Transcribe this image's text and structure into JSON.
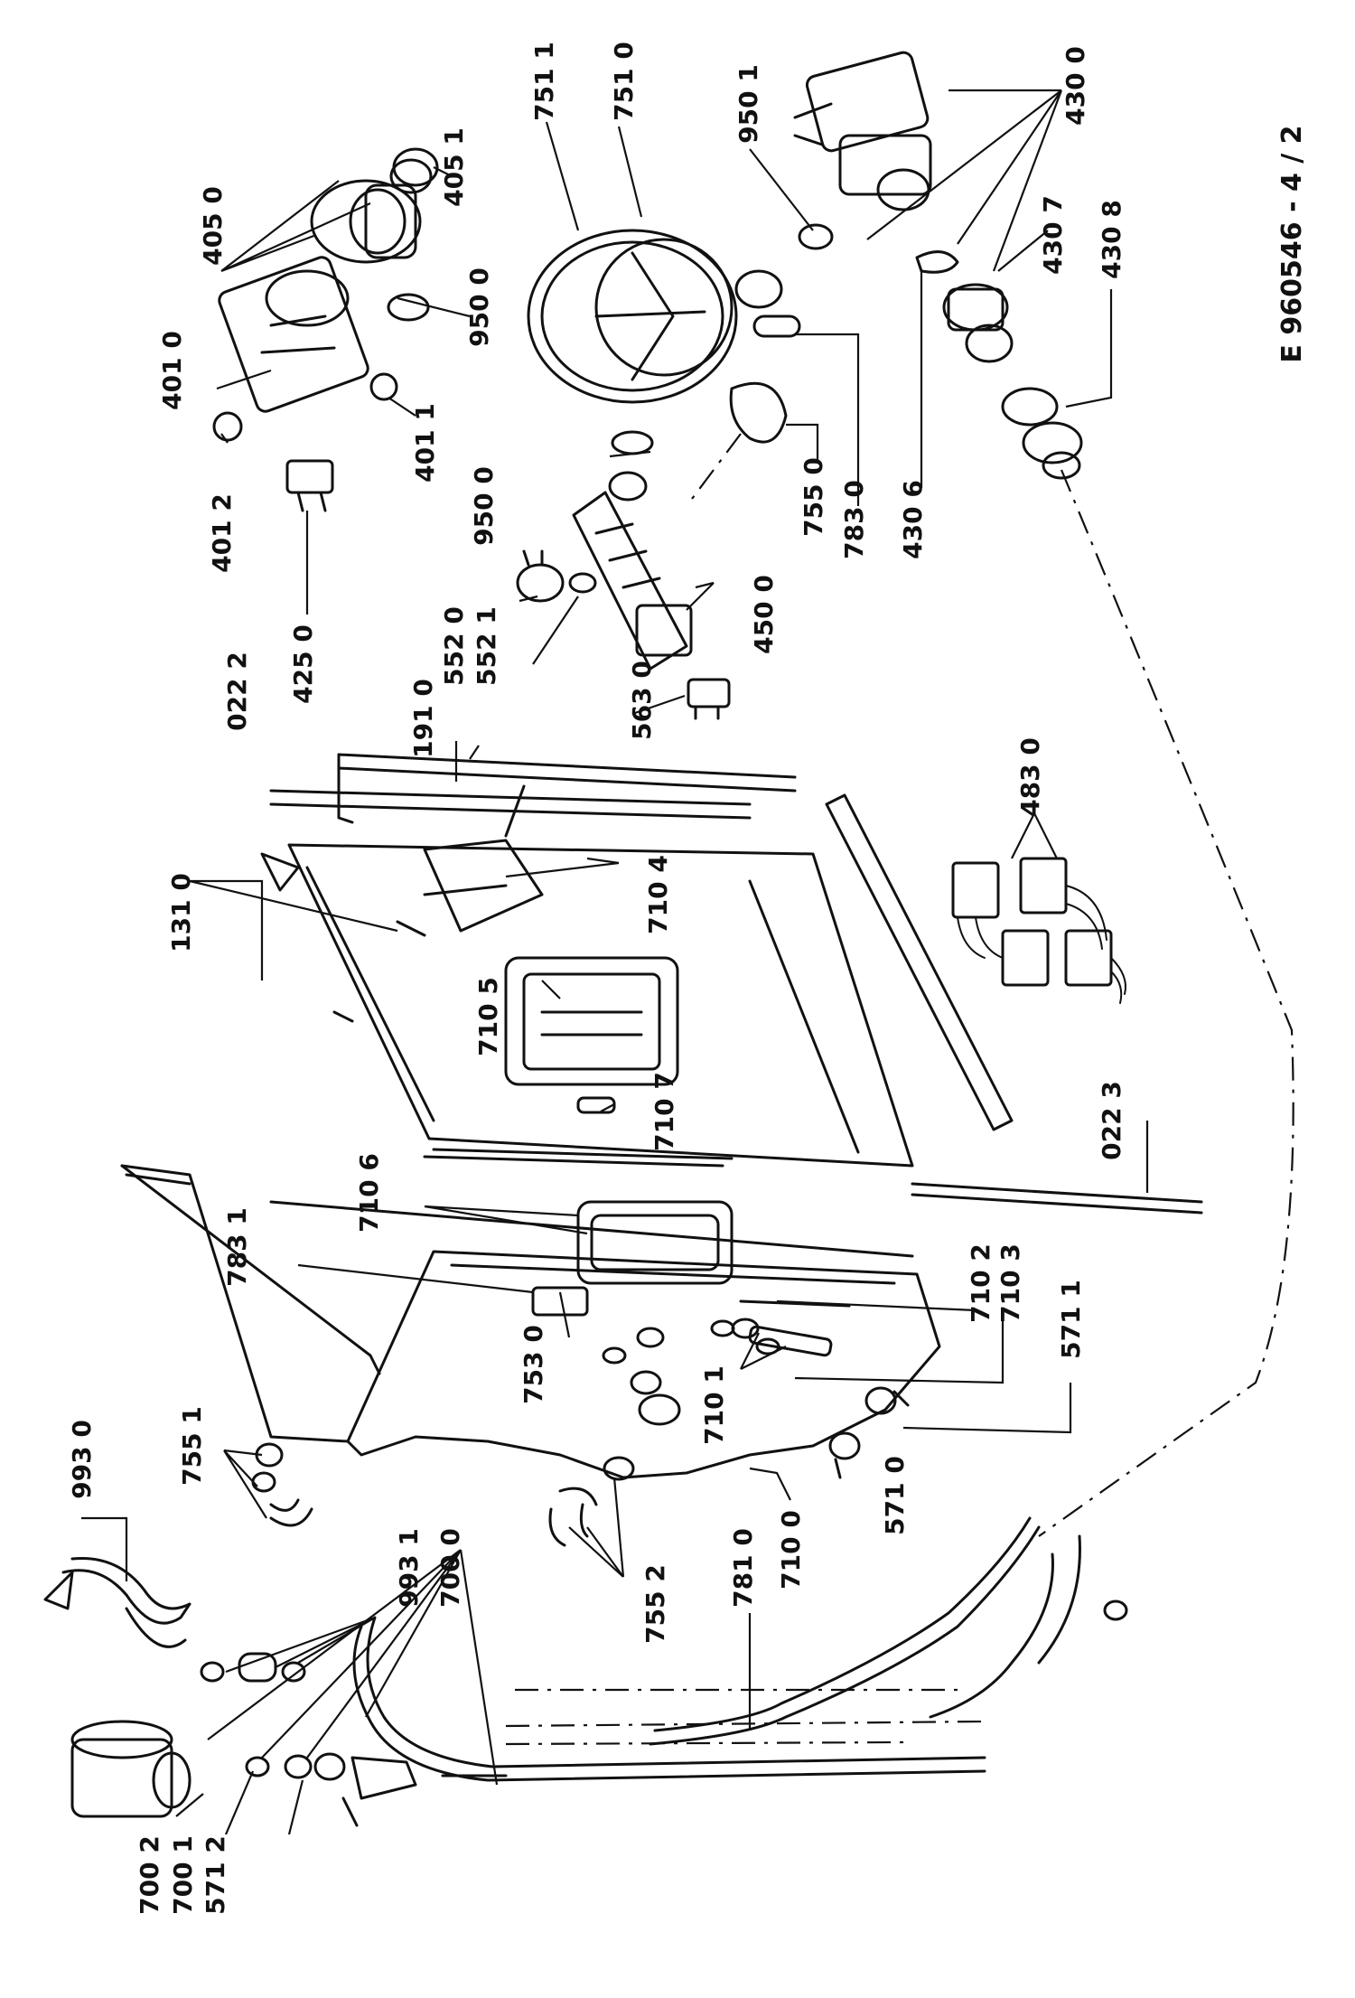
{
  "drawing_ref": "E 960546 - 4 / 2",
  "labels": {
    "l4050": "405 0",
    "l4051": "405 1",
    "l4010": "401 0",
    "l4011": "401 1",
    "l4012": "401 2",
    "l9500a": "950 0",
    "l9500b": "950 0",
    "l4250": "425 0",
    "l7511": "751 1",
    "l7510": "751 0",
    "l9501": "950 1",
    "l4300": "430 0",
    "l4307": "430 7",
    "l4308": "430 8",
    "l4306": "430 6",
    "l7830": "783 0",
    "l7550": "755 0",
    "l4500": "450 0",
    "l5520": "552 0",
    "l5521": "552 1",
    "l1910": "191 0",
    "l0222": "022 2",
    "l5630": "563 0",
    "l4830": "483 0",
    "l1310": "131 0",
    "l7104": "710 4",
    "l7105": "710 5",
    "l7107": "710 7",
    "l0223": "022 3",
    "l7106": "710 6",
    "l7831": "783 1",
    "l7102": "710 2",
    "l7103": "710 3",
    "l5711": "571 1",
    "l7530": "753 0",
    "l7101": "710 1",
    "l9930": "993 0",
    "l7551": "755 1",
    "l9931": "993 1",
    "l7000": "700 0",
    "l7552": "755 2",
    "l5710": "571 0",
    "l7810": "781 0",
    "l7100": "710 0",
    "l7002": "700 2",
    "l7001": "700 1",
    "l5712": "571 2"
  }
}
